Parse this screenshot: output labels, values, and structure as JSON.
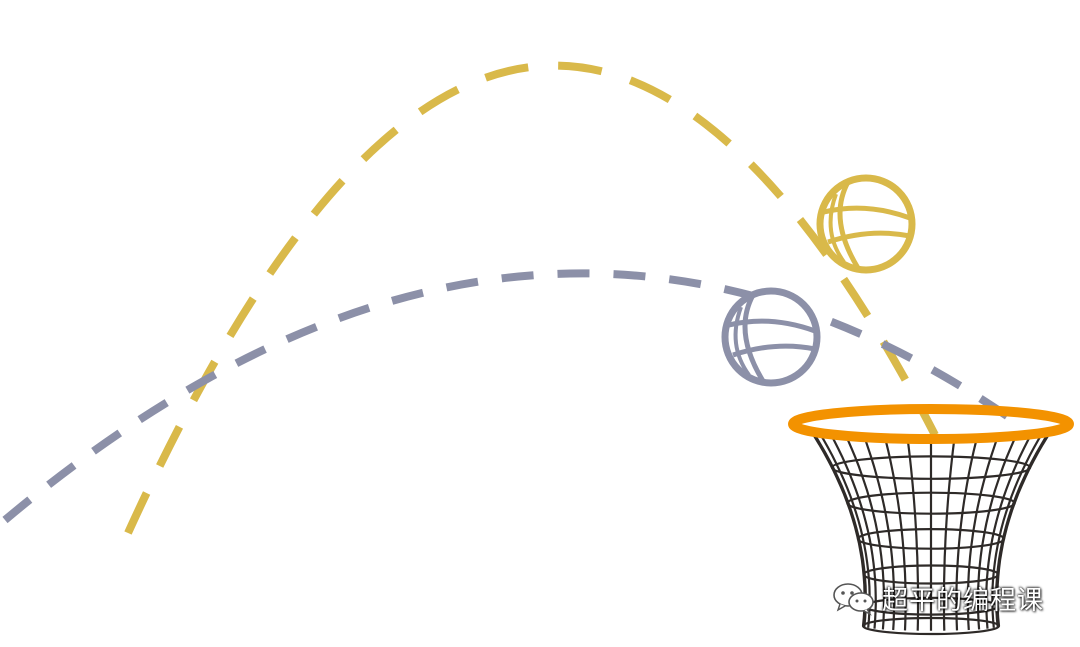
{
  "colors": {
    "background": "#ffffff",
    "high_trajectory": "#d9b94a",
    "low_trajectory": "#8c90a8",
    "hoop_rim": "#f39200",
    "net": "#2e2a28"
  },
  "trajectories": [
    {
      "name": "high-arc",
      "color": "#d9b94a",
      "ball_icon": "basketball-icon"
    },
    {
      "name": "low-arc",
      "color": "#8c90a8",
      "ball_icon": "basketball-icon"
    }
  ],
  "hoop": {
    "icon": "basketball-hoop-icon"
  },
  "watermark": {
    "icon": "wechat-icon",
    "text": "超平的编程课"
  }
}
